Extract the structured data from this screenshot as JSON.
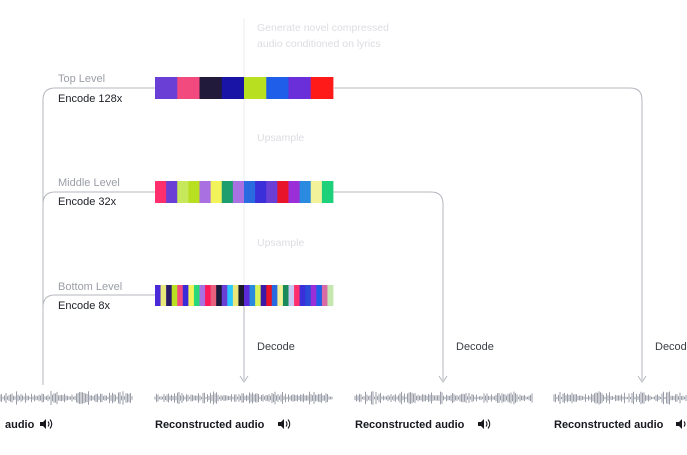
{
  "generate_note": [
    "Generate novel compressed",
    "audio conditioned on lyrics"
  ],
  "upsample_label": "Upsample",
  "levels": [
    {
      "name": "Top Level",
      "encode": "Encode 128x",
      "codes": [
        "#6a3fd6",
        "#f24a7e",
        "#221a3a",
        "#1a14a6",
        "#b8e020",
        "#1e5ee8",
        "#6a2fd8",
        "#ff1a1a"
      ]
    },
    {
      "name": "Middle Level",
      "encode": "Encode 32x",
      "codes": [
        "#ff2f6e",
        "#6a3fd6",
        "#c6e85a",
        "#b8e020",
        "#a870e0",
        "#f2f25a",
        "#1e9d6e",
        "#a870e0",
        "#2a6ae0",
        "#3a2fd8",
        "#6a3fd6",
        "#e8142a",
        "#9a2fd8",
        "#2a8ae0",
        "#f2f29a",
        "#1ed07a"
      ]
    },
    {
      "name": "Bottom Level",
      "encode": "Encode 8x",
      "codes": [
        "#4a2ad8",
        "#e8e87a",
        "#2a1a6a",
        "#b8e020",
        "#f24a7e",
        "#3a2ad8",
        "#f2f25a",
        "#2ad87a",
        "#a870e0",
        "#ff1a5a",
        "#e8607e",
        "#1a1a3a",
        "#6a3fd6",
        "#2ac8ff",
        "#e8e87a",
        "#1a1a2a",
        "#5a2ad8",
        "#2a8ae0",
        "#d8f25a",
        "#3a1aa6",
        "#e8142a",
        "#2a6ae0",
        "#f2f29a",
        "#1a8a5a",
        "#c8c8f2",
        "#ff2f6e",
        "#3a2fd8",
        "#2a4ad8",
        "#9a2fd8",
        "#1e5ee8",
        "#d86aa6",
        "#c6e8b0"
      ]
    }
  ],
  "decode_label": "Decode",
  "audio_labels": [
    "audio",
    "Reconstructed audio",
    "Reconstructed audio",
    "Reconstructed audio"
  ],
  "icons": {
    "speaker": "speaker-icon"
  }
}
